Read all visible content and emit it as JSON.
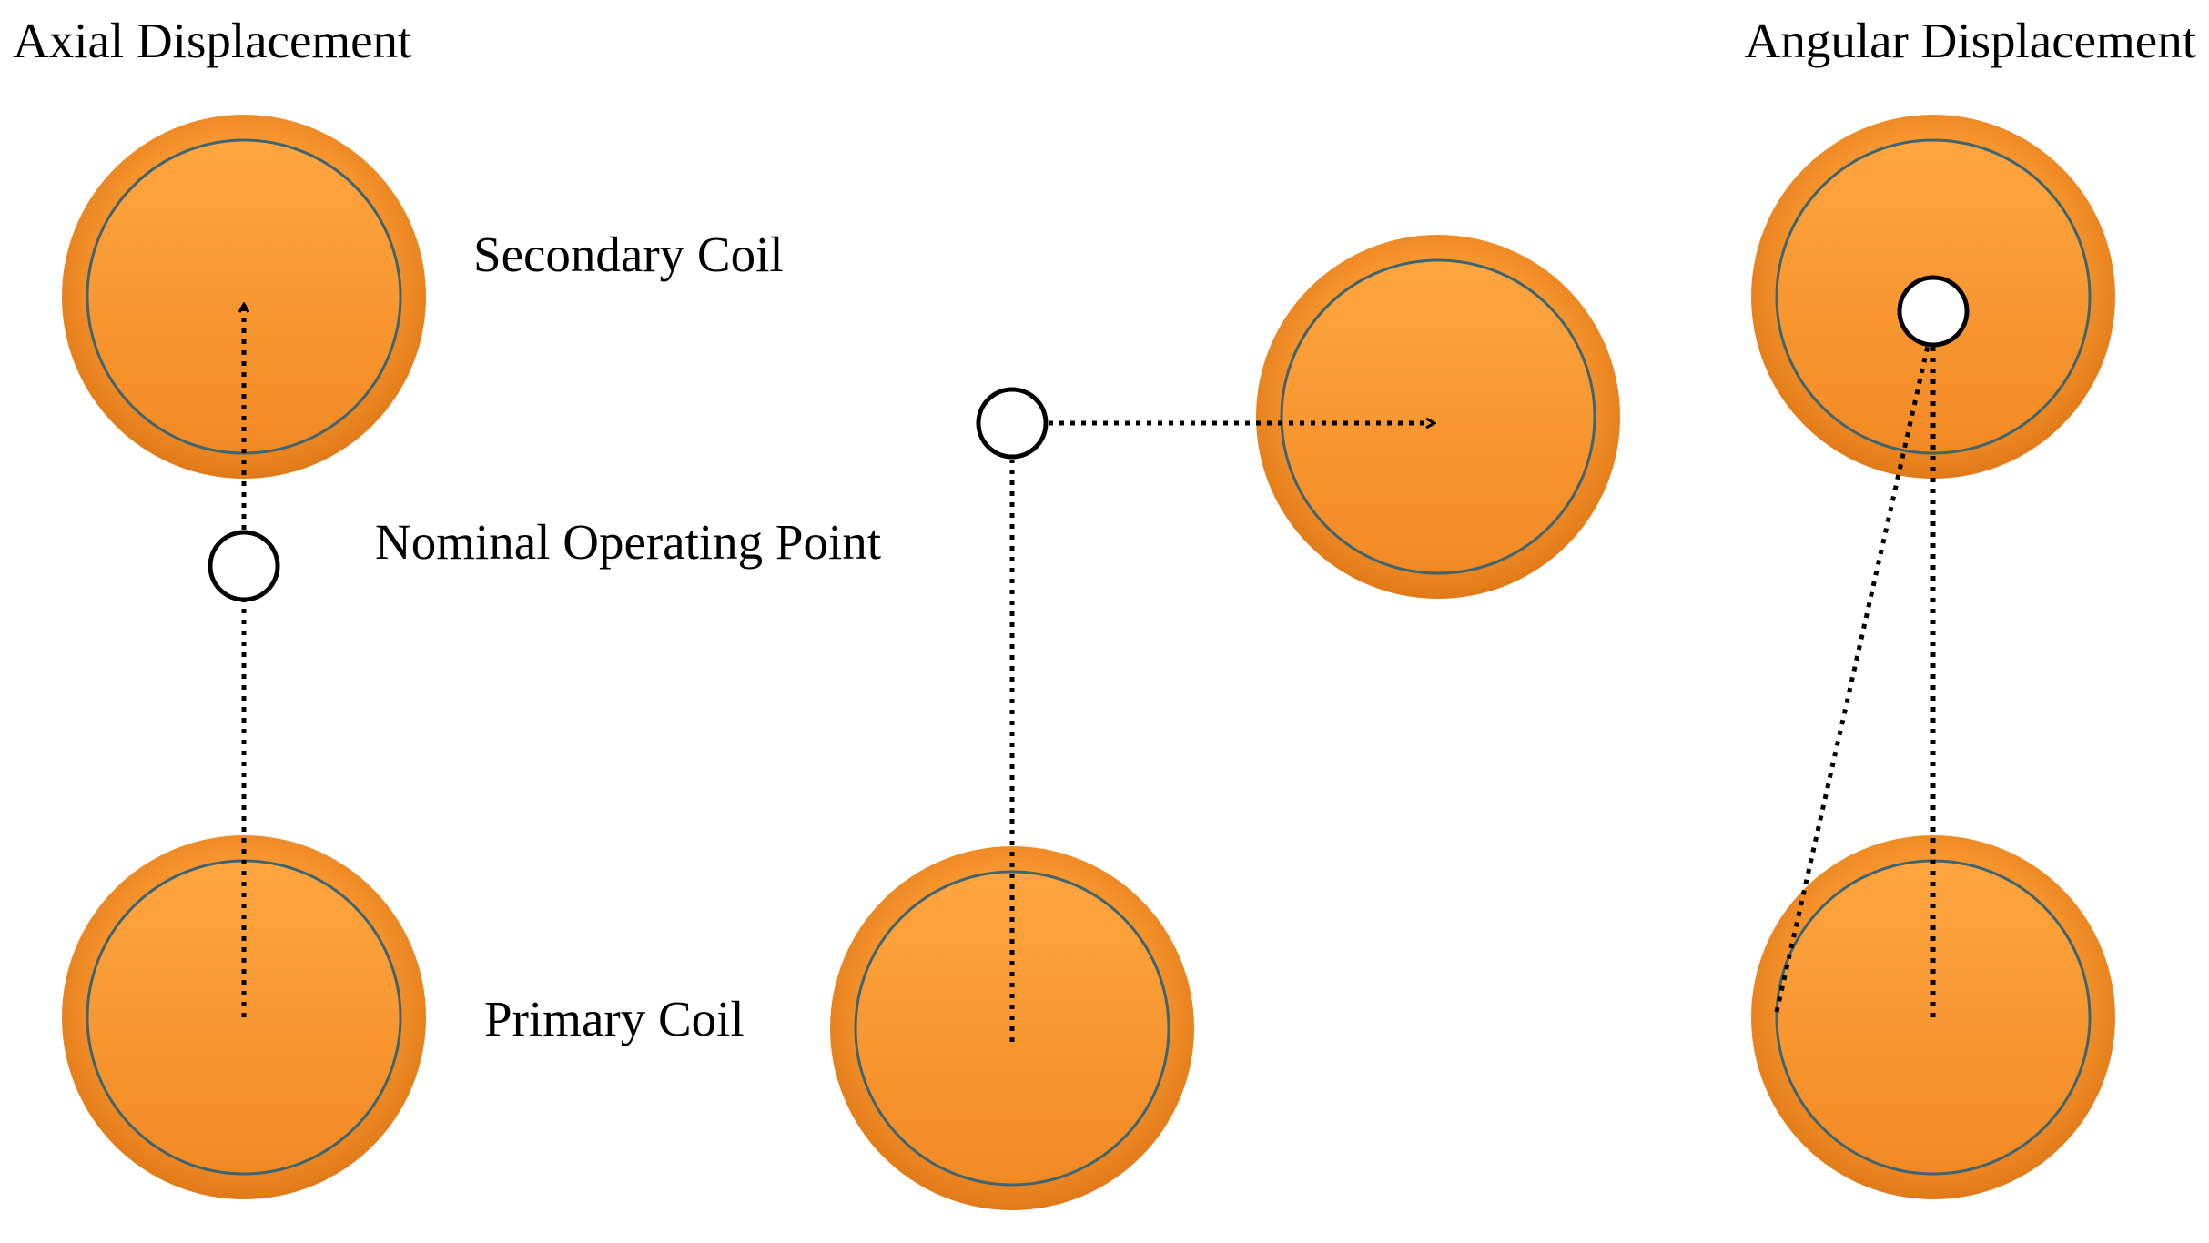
{
  "labels": {
    "axial_displacement": "Axial Displacement",
    "angular_displacement": "Angular Displacement",
    "secondary_coil": "Secondary Coil",
    "nominal_operating_point": "Nominal Operating Point",
    "primary_coil": "Primary Coil"
  },
  "colors": {
    "coil_light": "#FFA43F",
    "coil_mid": "#F8922C",
    "coil_dark": "#E57E1C",
    "coil_ring": "#3E6470",
    "line": "#000000",
    "background": "#FFFFFF"
  }
}
